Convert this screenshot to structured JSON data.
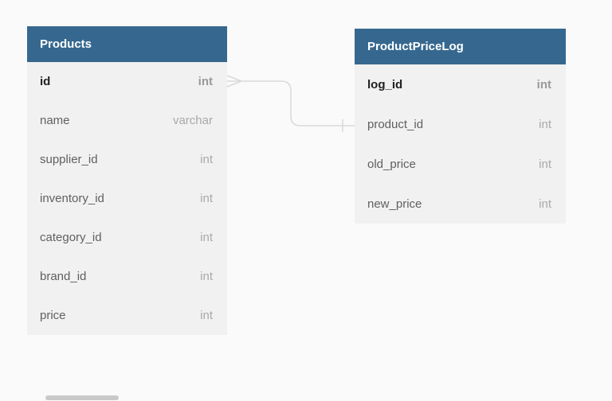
{
  "theme": {
    "background": "#fafafa",
    "table_header_color": "#36688f",
    "table_header_text_color": "#ffffff",
    "table_row_bg": "#f1f1f1",
    "field_name_color": "#606060",
    "field_pk_color": "#212121",
    "field_type_color": "#a9a9a9",
    "connector_color": "#d9d9d9",
    "scrollbar_color": "#c9c9c9"
  },
  "diagram": {
    "tables": [
      {
        "name": "Products",
        "fields": [
          {
            "name": "id",
            "type": "int",
            "pk": true
          },
          {
            "name": "name",
            "type": "varchar"
          },
          {
            "name": "supplier_id",
            "type": "int"
          },
          {
            "name": "inventory_id",
            "type": "int"
          },
          {
            "name": "category_id",
            "type": "int"
          },
          {
            "name": "brand_id",
            "type": "int"
          },
          {
            "name": "price",
            "type": "int"
          }
        ]
      },
      {
        "name": "ProductPriceLog",
        "fields": [
          {
            "name": "log_id",
            "type": "int",
            "pk": true
          },
          {
            "name": "product_id",
            "type": "int"
          },
          {
            "name": "old_price",
            "type": "int"
          },
          {
            "name": "new_price",
            "type": "int"
          }
        ]
      }
    ],
    "relationship": {
      "from_table": "Products",
      "from_field": "id",
      "from_marker": "many-crow-foot",
      "to_table": "ProductPriceLog",
      "to_field": "product_id",
      "to_marker": "one-tick"
    }
  }
}
